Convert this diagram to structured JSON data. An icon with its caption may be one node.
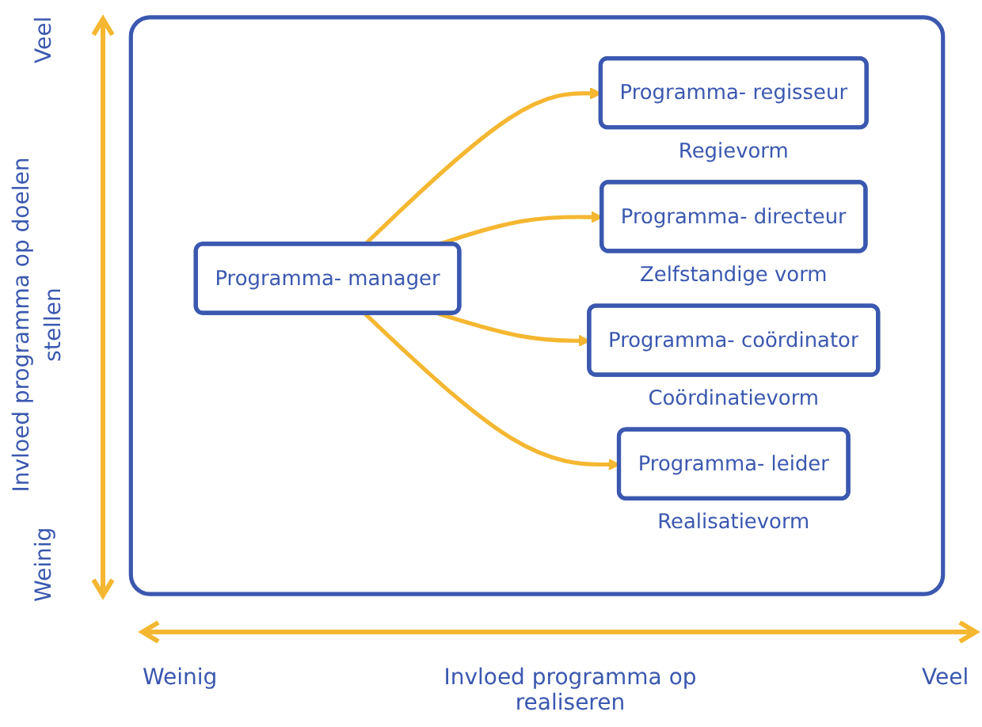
{
  "diagram": {
    "nodes": [
      {
        "text": [],
        "shape": "box"
      },
      {
        "text": [
          "Programma- regisseur"
        ],
        "in": 0,
        "beside": [
          "Regievorm"
        ]
      },
      {
        "text": [
          "Programma- directeur"
        ],
        "in": 0,
        "beside": [
          "Zelfstandige vorm"
        ]
      },
      {
        "text": [
          "Programma- manager"
        ],
        "in": 0
      },
      {
        "text": [
          "Programma- coördinator"
        ],
        "in": 0,
        "beside": [
          "Coördinatievorm"
        ]
      },
      {
        "text": [
          "Programma- leider"
        ],
        "in": 0,
        "beside": [
          "Realisatievorm"
        ]
      }
    ],
    "edges": [
      {
        "from": 3,
        "to": 1,
        "arrow": "to"
      },
      {
        "from": 3,
        "to": 2,
        "arrow": "to"
      },
      {
        "from": 3,
        "to": 4,
        "arrow": "to"
      },
      {
        "from": 3,
        "to": 5,
        "arrow": "to"
      }
    ],
    "labels": [
      "Veel",
      "Invloed programma op doelen stellen",
      "Weinig",
      "Weinig",
      "Invloed programma op realiseren",
      "Veel"
    ]
  }
}
